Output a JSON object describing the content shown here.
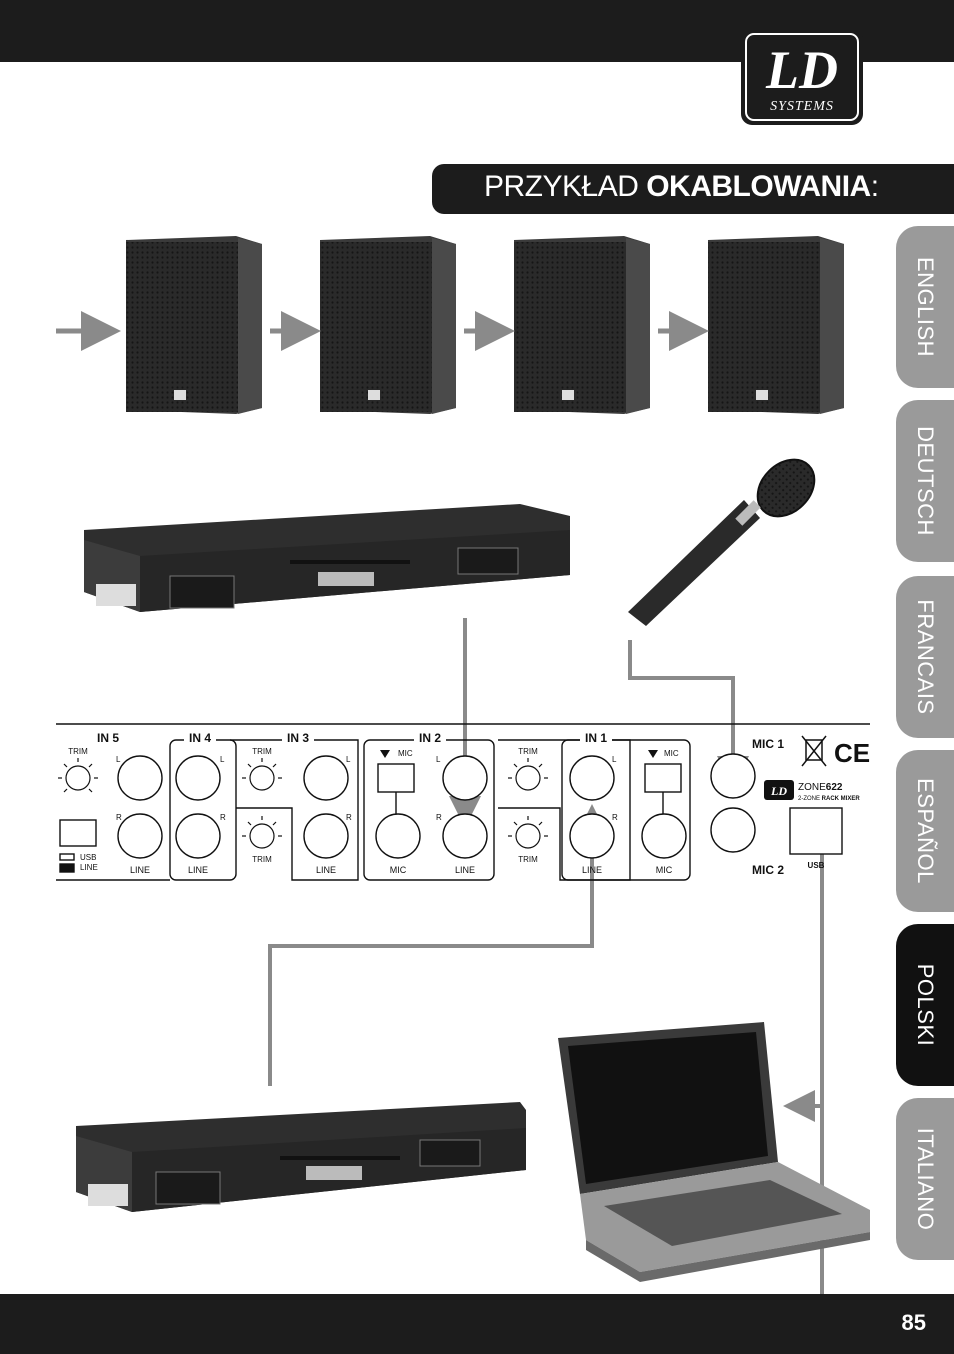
{
  "brand": {
    "logo_text": "LD",
    "logo_sub": "SYSTEMS"
  },
  "title": {
    "prefix": "PRZYKŁAD ",
    "bold": "OKABLOWANIA",
    "suffix": ":"
  },
  "languages": [
    {
      "label": "ENGLISH",
      "active": false
    },
    {
      "label": "DEUTSCH",
      "active": false
    },
    {
      "label": "FRANCAIS",
      "active": false
    },
    {
      "label": "ESPAÑOL",
      "active": false
    },
    {
      "label": "POLSKI",
      "active": true
    },
    {
      "label": "ITALIANO",
      "active": false
    }
  ],
  "panel": {
    "inputs": [
      "IN 5",
      "IN 4",
      "IN 3",
      "IN 2",
      "IN 1"
    ],
    "trim": "TRIM",
    "mic": "MIC",
    "line": "LINE",
    "l": "L",
    "r": "R",
    "usb": "USB",
    "usb_sw": "USB",
    "line_sw": "LINE",
    "mic1": "MIC 1",
    "mic2": "MIC 2",
    "model_prefix": "ZONE",
    "model_num": "622",
    "model_desc_a": "2-ZONE ",
    "model_desc_b": "RACK MIXER"
  },
  "colors": {
    "dark": "#1c1c1c",
    "tab": "#9a9a9a",
    "cable": "#8a8a8a"
  },
  "page_number": "85"
}
